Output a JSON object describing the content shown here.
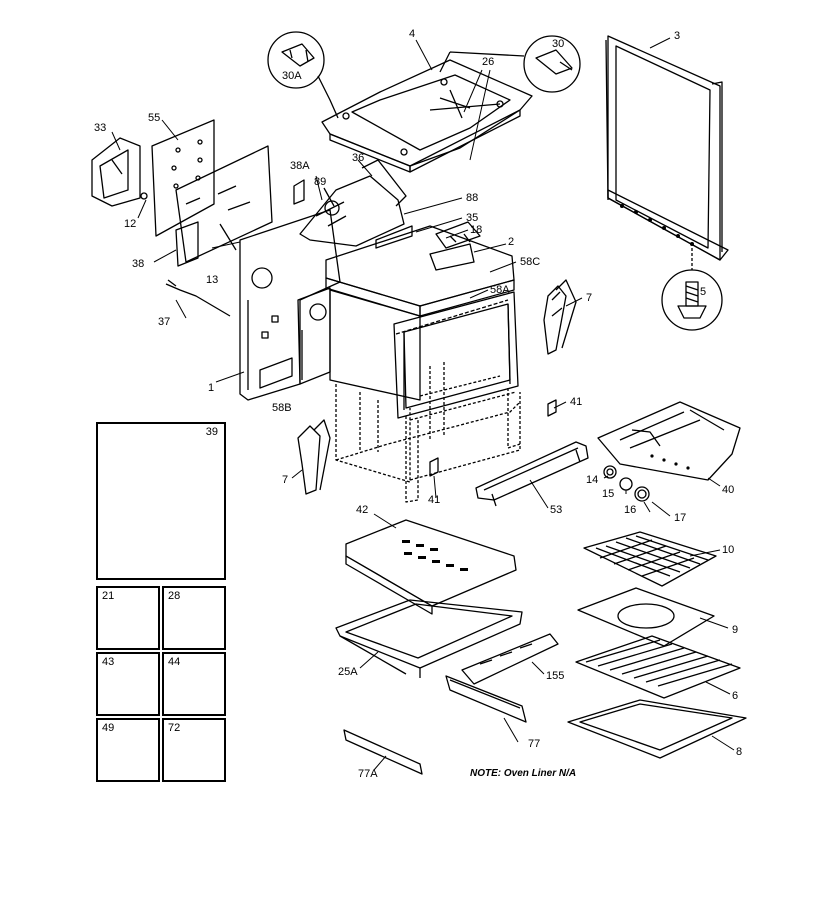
{
  "callouts": {
    "c1": "1",
    "c2": "2",
    "c3": "3",
    "c4": "4",
    "c5": "5",
    "c6": "6",
    "c7a": "7",
    "c7b": "7",
    "c8": "8",
    "c9": "9",
    "c10": "10",
    "c12": "12",
    "c13": "13",
    "c14": "14",
    "c15": "15",
    "c16": "16",
    "c17": "17",
    "c18": "18",
    "c25a": "25A",
    "c26": "26",
    "c30": "30",
    "c30a": "30A",
    "c33": "33",
    "c35": "35",
    "c36": "36",
    "c37": "37",
    "c38": "38",
    "c38a": "38A",
    "c40": "40",
    "c41a": "41",
    "c41b": "41",
    "c42": "42",
    "c53": "53",
    "c55": "55",
    "c58a": "58A",
    "c58b": "58B",
    "c58c": "58C",
    "c77": "77",
    "c77a": "77A",
    "c88": "88",
    "c89": "89",
    "c155": "155"
  },
  "inset_boxes": {
    "b39": "39",
    "b21": "21",
    "b28": "28",
    "b43": "43",
    "b44": "44",
    "b49": "49",
    "b72": "72"
  },
  "note": "NOTE: Oven Liner N/A"
}
